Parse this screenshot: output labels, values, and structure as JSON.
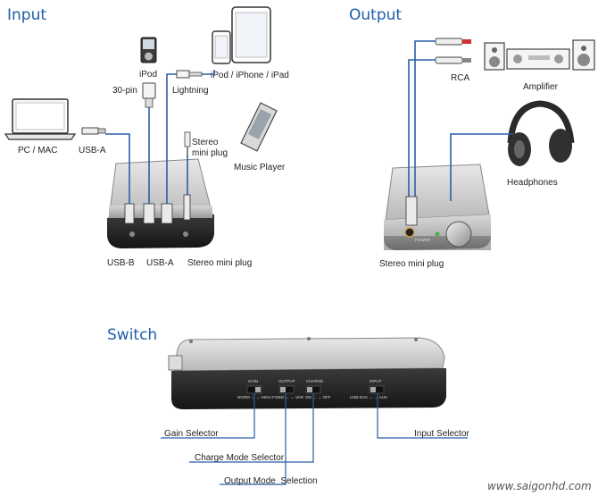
{
  "sections": {
    "input": "Input",
    "output": "Output",
    "switch": "Switch"
  },
  "input_labels": {
    "pc_mac": "PC / MAC",
    "usb_a_top": "USB-A",
    "ipod": "iPod",
    "pin30": "30-pin",
    "lightning": "Lightning",
    "ipod_iphone_ipad": "iPod / iPhone / iPad",
    "stereo_mini_plug_line1": "Stereo",
    "stereo_mini_plug_line2": "mini plug",
    "music_player": "Music Player",
    "usb_b": "USB-B",
    "usb_a_bottom": "USB-A",
    "stereo_mini_plug_bottom": "Stereo mini plug"
  },
  "output_labels": {
    "rca": "RCA",
    "amplifier": "Amplifier",
    "headphones": "Headphones",
    "stereo_mini_plug": "Stereo mini plug"
  },
  "switch_labels": {
    "gain_selector": "Gain Selector",
    "charge_mode_selector": "Charge Mode Selector",
    "output_mode_selection": "Output Mode  Selection",
    "input_selector": "Input Selector"
  },
  "panel_text": {
    "gain": "GAIN",
    "output": "OUTPUT",
    "charge": "CHARGE",
    "input": "INPUT",
    "norm_high": "NORM ← → HIGH",
    "fixed_var": "FIXED ← → VAR",
    "on_off": "ON ← → OFF",
    "usb_aux": "USB-DAC ← → AUX",
    "power": "POWER"
  },
  "watermark": "www.saigonhd.com",
  "colors": {
    "accent": "#1f5ea8",
    "wire": "#2a5fa8",
    "device_silver": "#c9c9c9",
    "device_dark": "#2b2b2b"
  }
}
